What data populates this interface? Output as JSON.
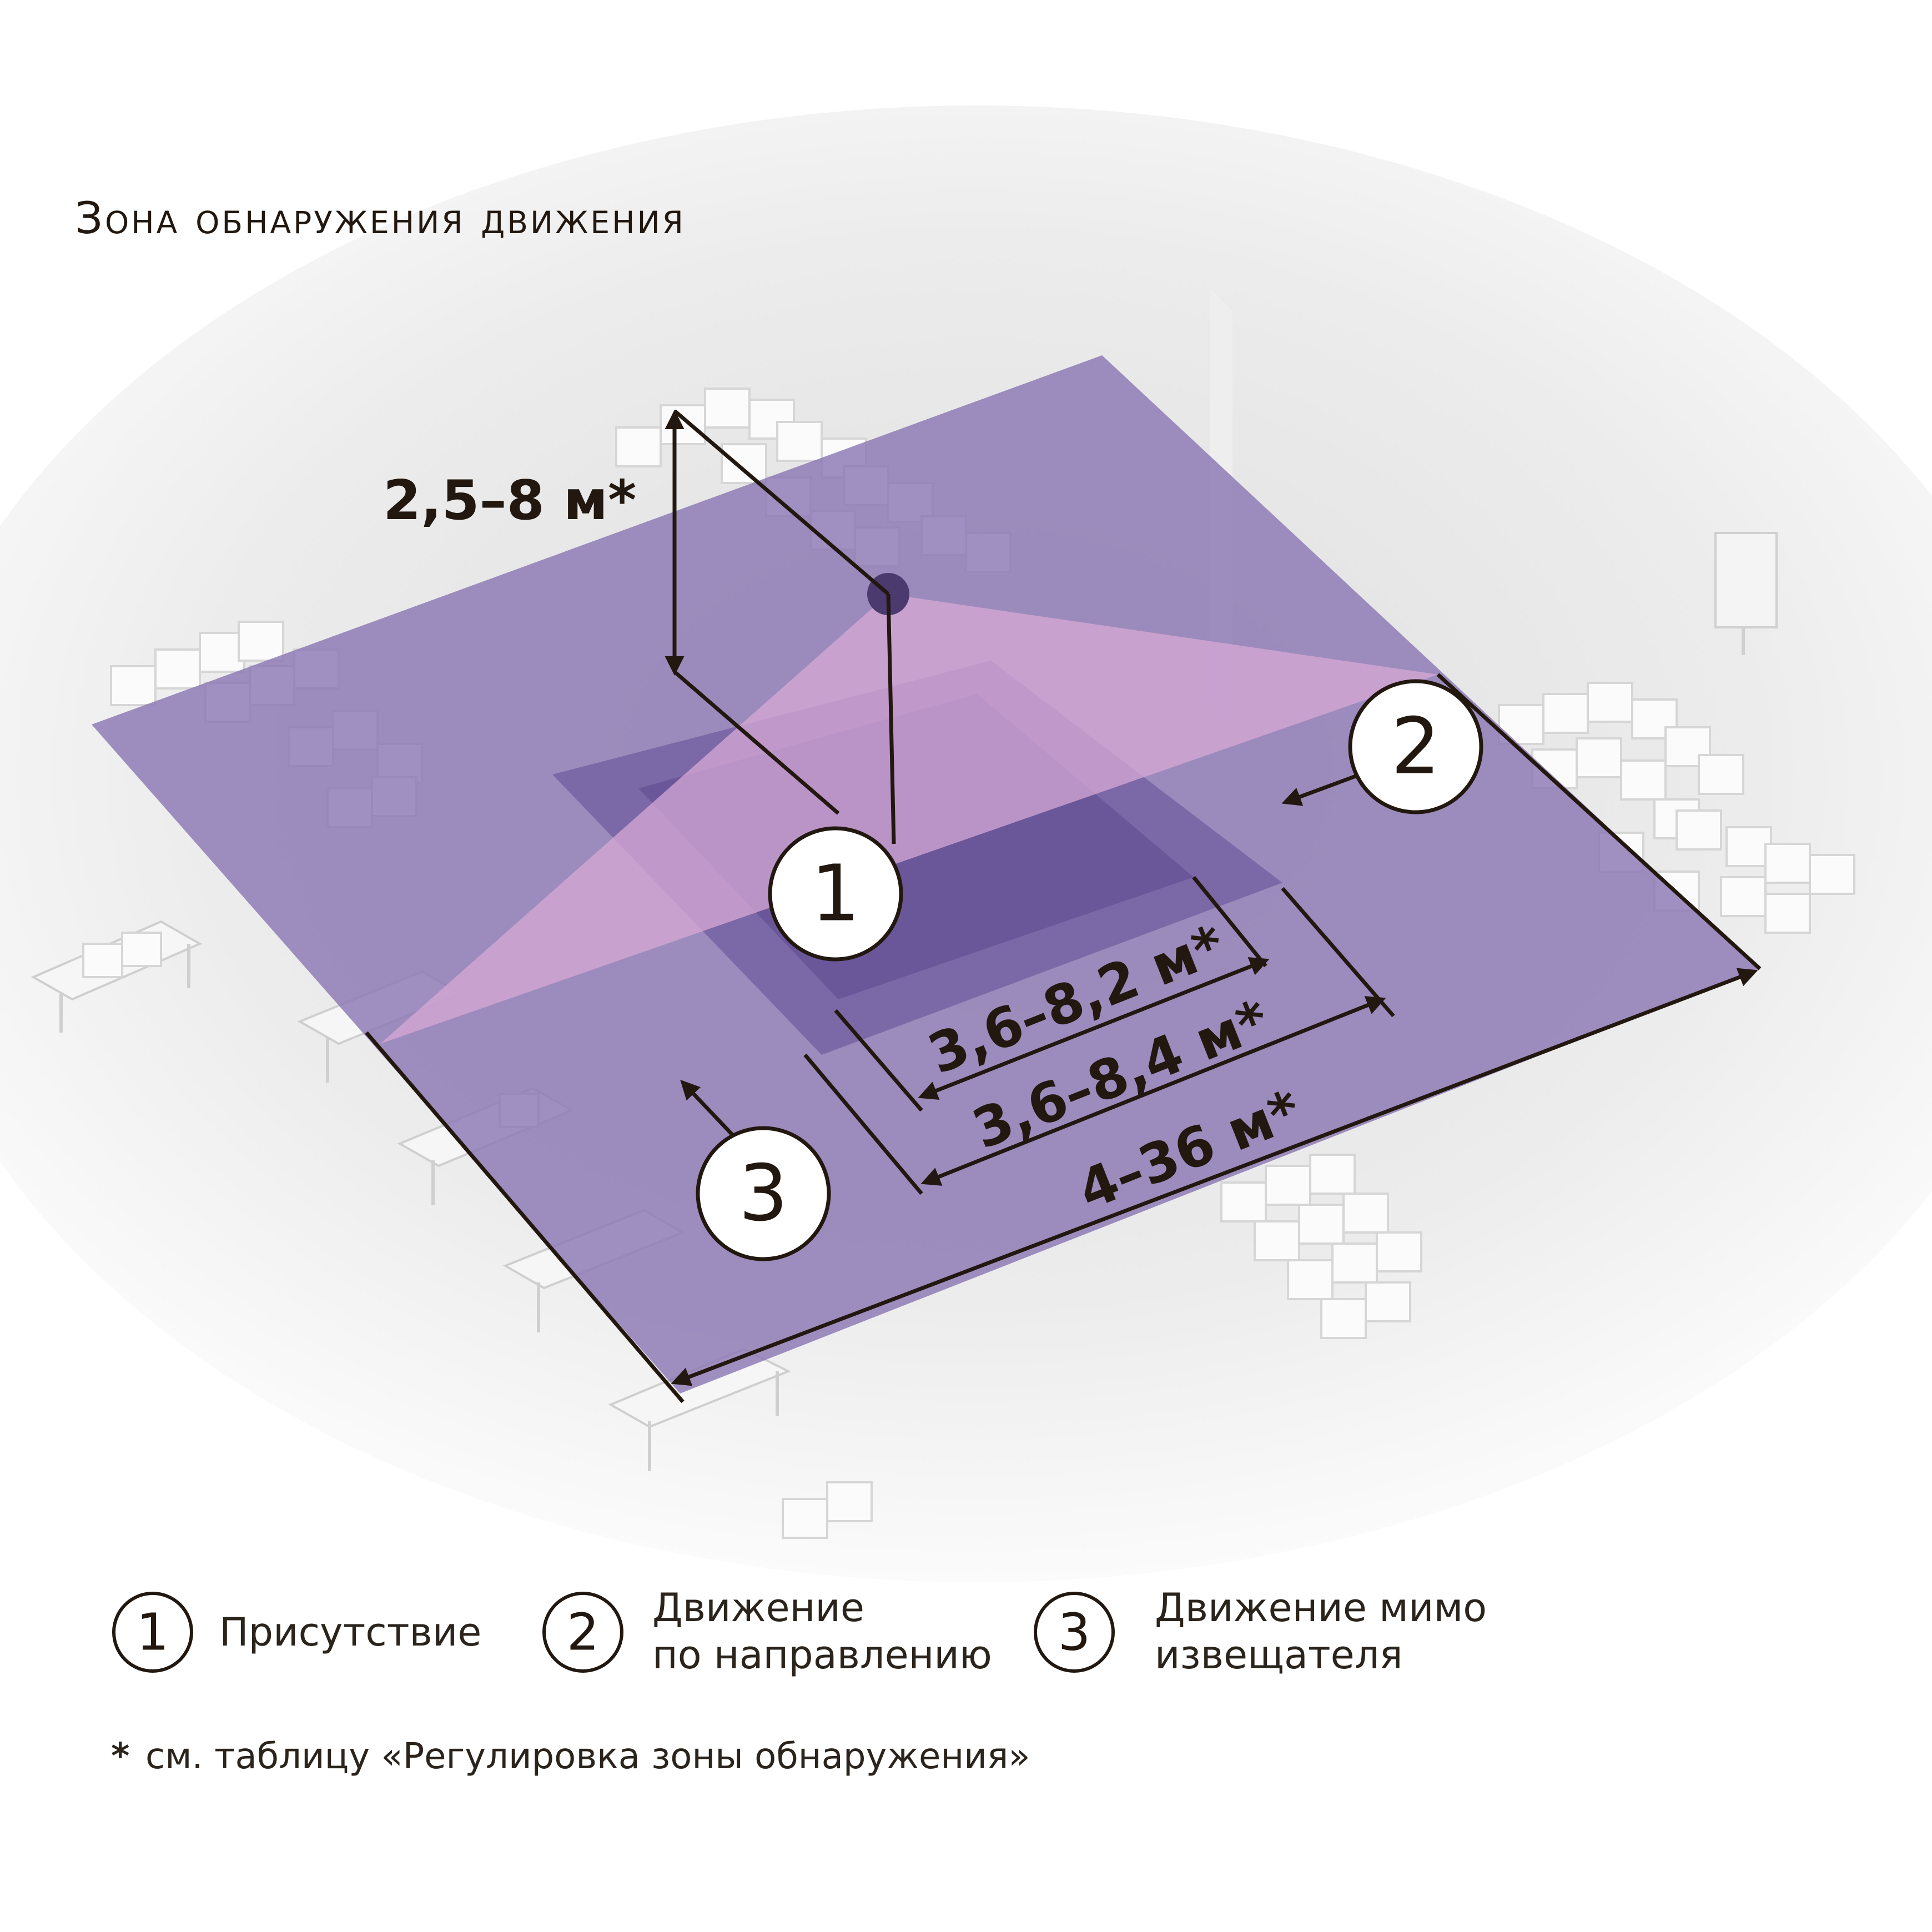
{
  "title": "Зона обнаружения движения",
  "dimensions": {
    "height": "2,5–8 м*",
    "presence_width": "3,6–8,2 м*",
    "radial_width": "3,6–8,4 м*",
    "tangential_width": "4–36 м*"
  },
  "markers": [
    {
      "number": "1"
    },
    {
      "number": "2"
    },
    {
      "number": "3"
    }
  ],
  "legend": [
    {
      "number": "1",
      "line1": "Присутствие",
      "line2": ""
    },
    {
      "number": "2",
      "line1": "Движение",
      "line2": "по направлению"
    },
    {
      "number": "3",
      "line1": "Движение мимо",
      "line2": "извещателя"
    }
  ],
  "footnote": {
    "mark": "*",
    "text": "см. таблицу «Регулировка зоны обнаружения»"
  },
  "colors": {
    "zone_outer": "#8b77b3",
    "zone_middle": "#6e5a9e",
    "zone_inner": "#5d4990",
    "beam": "#d7a8d6",
    "sensor": "#4a3a6e",
    "ink": "#22180f"
  }
}
